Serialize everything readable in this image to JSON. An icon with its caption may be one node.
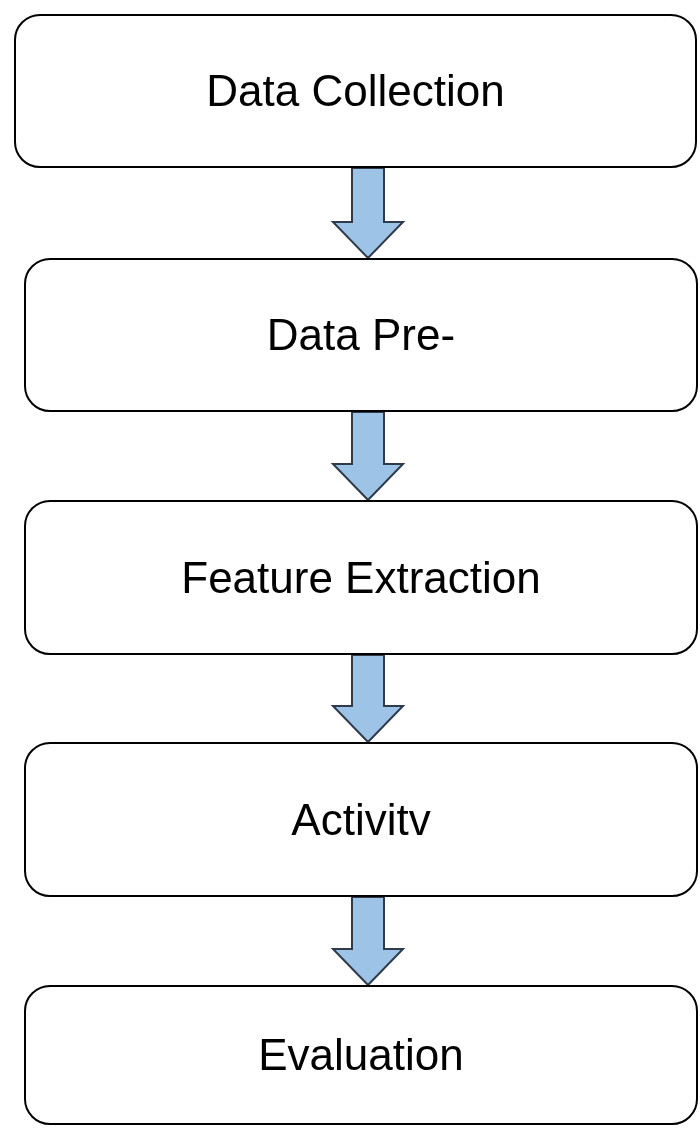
{
  "diagram": {
    "nodes": [
      {
        "text": [
          "Data Collection"
        ]
      },
      {
        "text": [
          "Data Pre-"
        ]
      },
      {
        "text": [
          "Feature Extraction"
        ]
      },
      {
        "text": [
          "Activitv"
        ]
      },
      {
        "text": [
          "Evaluation"
        ]
      }
    ],
    "edges": [
      {
        "from": 0,
        "to": 1,
        "arrow": "to"
      },
      {
        "from": 1,
        "to": 2,
        "arrow": "to"
      },
      {
        "from": 2,
        "to": 3,
        "arrow": "to"
      },
      {
        "from": 3,
        "to": 4,
        "arrow": "to"
      }
    ]
  }
}
